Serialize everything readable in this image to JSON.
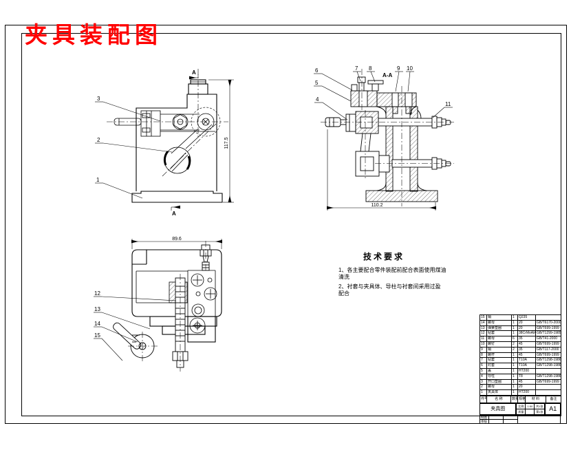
{
  "sheet": {
    "title": "夹具装配图",
    "paper": "A1"
  },
  "views": {
    "front": {
      "section_top": "A",
      "section_bottom": "A",
      "dim_height": "117.5",
      "labels": {
        "n1": "1",
        "n2": "2",
        "n3": "3"
      }
    },
    "section": {
      "title": "A-A",
      "dim_width": "110.2",
      "labels": {
        "n4": "4",
        "n5": "5",
        "n6": "6",
        "n7": "7",
        "n8": "8",
        "n9": "9",
        "n10": "10",
        "n11": "11"
      }
    },
    "side": {
      "dim_width": "89.6",
      "labels": {
        "n12": "12",
        "n13": "13",
        "n14": "14",
        "n15": "15"
      }
    }
  },
  "tech_requirements": {
    "title": "技术要求",
    "lines": [
      "1、各主要配合零件装配前配合表面使用煤油",
      "清洗",
      "2、衬套与夹具体、导柱与衬套间采用过盈",
      "配合"
    ]
  },
  "parts_list": {
    "header": {
      "no": "件号",
      "name": "名  称",
      "qty": "数量",
      "spec": "规格",
      "material": "材  料",
      "remark": "备注"
    },
    "rows": [
      {
        "no": "15",
        "name": "销",
        "qty": "1",
        "material": "Q235",
        "standard": ""
      },
      {
        "no": "14",
        "name": "螺母",
        "qty": "1",
        "material": "20",
        "standard": "GB/T6170-2000"
      },
      {
        "no": "13",
        "name": "弹簧垫圈",
        "qty": "1",
        "material": "20",
        "standard": "GB/T699-1999"
      },
      {
        "no": "12",
        "name": "钻套",
        "qty": "1",
        "material": "38CrMoAlA",
        "standard": "GB/T1299-1985"
      },
      {
        "no": "11",
        "name": "螺母",
        "qty": "6",
        "material": "35",
        "standard": "GB/T41-2000"
      },
      {
        "no": "10",
        "name": "螺钉",
        "qty": "2",
        "material": "45",
        "standard": "GB/T699-1999"
      },
      {
        "no": "9",
        "name": "销",
        "qty": "2",
        "material": "35",
        "standard": "GB/T117-2000"
      },
      {
        "no": "8",
        "name": "螺杆",
        "qty": "1",
        "material": "45",
        "standard": "GB/T699-1999"
      },
      {
        "no": "7",
        "name": "钻套",
        "qty": "1",
        "material": "T10A",
        "standard": "GB/T1298-1986"
      },
      {
        "no": "6",
        "name": "衬套",
        "qty": "1",
        "material": "T10A",
        "standard": "GB/T1298-1986"
      },
      {
        "no": "5",
        "name": "盖",
        "qty": "1",
        "material": "HT200",
        "standard": ""
      },
      {
        "no": "4",
        "name": "导柱",
        "qty": "1",
        "material": "T8",
        "standard": "GB/T1298-1986"
      },
      {
        "no": "3",
        "name": "开口垫圈",
        "qty": "1",
        "material": "45",
        "standard": "GB/T699-1999"
      },
      {
        "no": "2",
        "name": "螺母",
        "qty": "1",
        "material": "20",
        "standard": ""
      },
      {
        "no": "1",
        "name": "夹具体",
        "qty": "1",
        "material": "HT200",
        "standard": ""
      }
    ]
  },
  "title_block": {
    "drawing_name": "夹具图",
    "scale_label": "比例",
    "scale_value": "1:50",
    "mass_label": "质量",
    "sheets_total": "共1张",
    "sheet_no": "第1张",
    "paper": "A1",
    "drawn_label": "制图",
    "checked_label": "审核"
  },
  "colors": {
    "accent_red": "#ff0000",
    "line": "#000000",
    "paper": "#ffffff"
  }
}
